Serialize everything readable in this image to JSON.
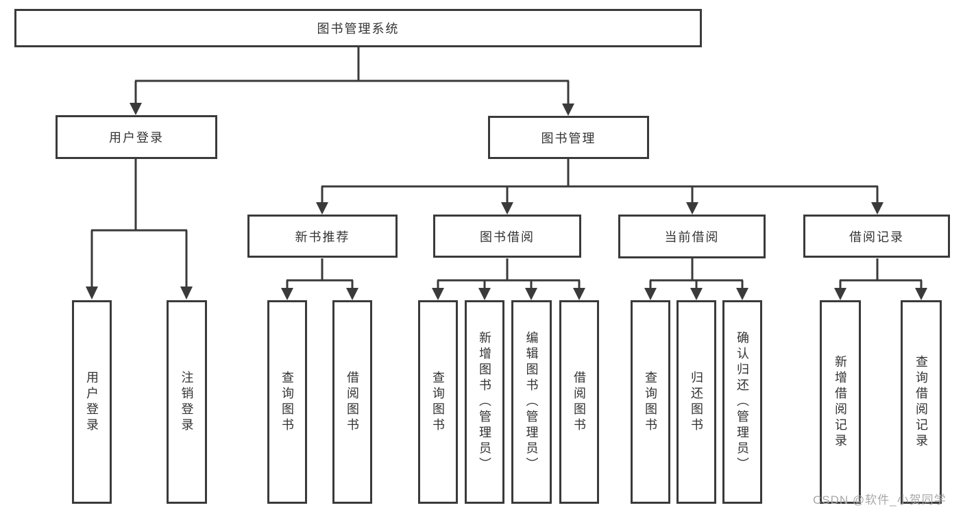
{
  "nodes": {
    "root": "图书管理系统",
    "userLogin": "用户登录",
    "bookMgmt": "图书管理",
    "newBookRec": "新书推荐",
    "bookBorrow": "图书借阅",
    "currentBorrow": "当前借阅",
    "borrowRecord": "借阅记录",
    "leafUserLogin": "用户登录",
    "leafLogout": "注销登录",
    "nbQuery": "查询图书",
    "nbBorrow": "借阅图书",
    "bbQuery": "查询图书",
    "bbAdd": "新增图书（管理员）",
    "bbEdit": "编辑图书（管理员）",
    "bbBorrow": "借阅图书",
    "cbQuery": "查询图书",
    "cbReturn": "归还图书",
    "cbConfirm": "确认归还（管理员）",
    "brAdd": "新增借阅记录",
    "brQuery": "查询借阅记录"
  },
  "watermark": "CSDN @软件_小贺同学",
  "colors": {
    "line": "#3a3a3a",
    "text": "#333333",
    "watermark": "#a8a8a8",
    "bg": "#ffffff"
  }
}
